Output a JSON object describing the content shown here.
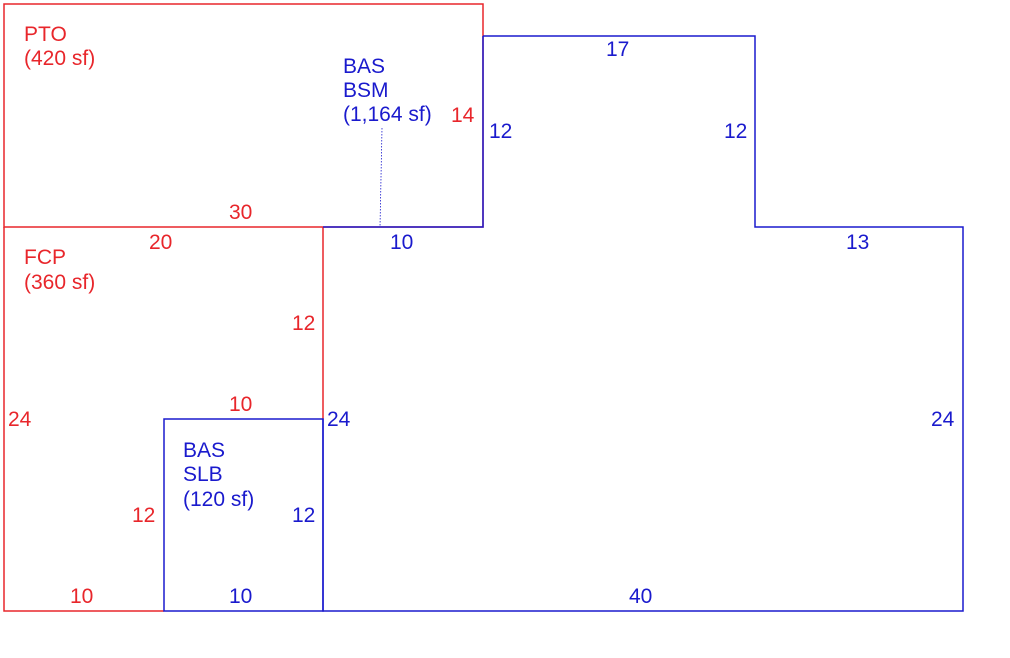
{
  "colors": {
    "red": "#e8262b",
    "blue": "#1a1acd"
  },
  "areas": {
    "pto": {
      "code": "PTO",
      "size": "(420 sf)"
    },
    "bas_bsm": {
      "code1": "BAS",
      "code2": "BSM",
      "size": "(1,164 sf)"
    },
    "fcp": {
      "code": "FCP",
      "size": "(360 sf)"
    },
    "bas_slb": {
      "code1": "BAS",
      "code2": "SLB",
      "size": "(120 sf)"
    }
  },
  "dimensions": {
    "pto_top_right": "14",
    "pto_bottom": "30",
    "fcp_top": "20",
    "fcp_right": "12",
    "fcp_left": "24",
    "fcp_inner_top": "10",
    "fcp_inner_left": "12",
    "fcp_bottom": "10",
    "bsm_top": "17",
    "bsm_left_upper": "12",
    "bsm_notch_left": "12",
    "bsm_step_top": "10",
    "bsm_notch_bottom": "13",
    "bsm_left_lower": "24",
    "bsm_right": "24",
    "bsm_bottom": "40",
    "slb_right": "12",
    "slb_bottom": "10"
  }
}
